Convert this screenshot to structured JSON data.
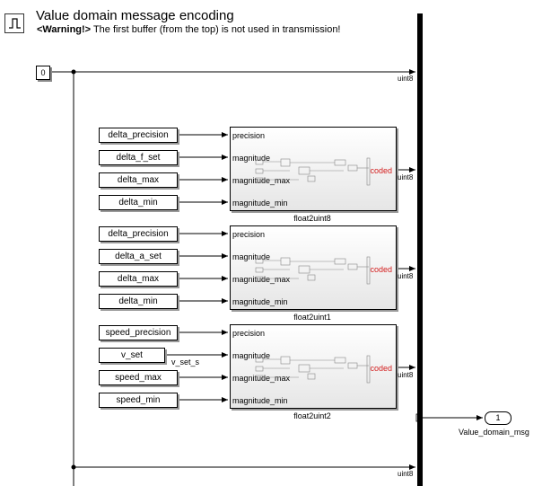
{
  "model": {
    "title": "Value domain message encoding",
    "warning_tag": "<Warning!>",
    "warning_text": " The first buffer (from the top) is not used in transmission!",
    "constant_value": "0",
    "top_bus_dtype": "uint8",
    "bottom_bus_dtype": "uint8",
    "outport_number": "1",
    "outport_name": "Value_domain_msg",
    "signal_label": "v_set_s"
  },
  "subsystems": [
    {
      "name": "float2uint8",
      "inputs": [
        "delta_precision",
        "delta_f_set",
        "delta_max",
        "delta_min"
      ],
      "ports": [
        "precision",
        "magnitude",
        "magnitude_max",
        "magnitude_min"
      ],
      "output": "coded",
      "dtype": "uint8"
    },
    {
      "name": "float2uint1",
      "inputs": [
        "delta_precision",
        "delta_a_set",
        "delta_max",
        "delta_min"
      ],
      "ports": [
        "precision",
        "magnitude",
        "magnitude_max",
        "magnitude_min"
      ],
      "output": "coded",
      "dtype": "uint8"
    },
    {
      "name": "float2uint2",
      "inputs": [
        "speed_precision",
        "v_set",
        "speed_max",
        "speed_min"
      ],
      "ports": [
        "precision",
        "magnitude",
        "magnitude_max",
        "magnitude_min"
      ],
      "output": "coded",
      "dtype": "uint8"
    }
  ],
  "colors": {
    "coded_text": "#d42020",
    "bus": "#000000"
  }
}
